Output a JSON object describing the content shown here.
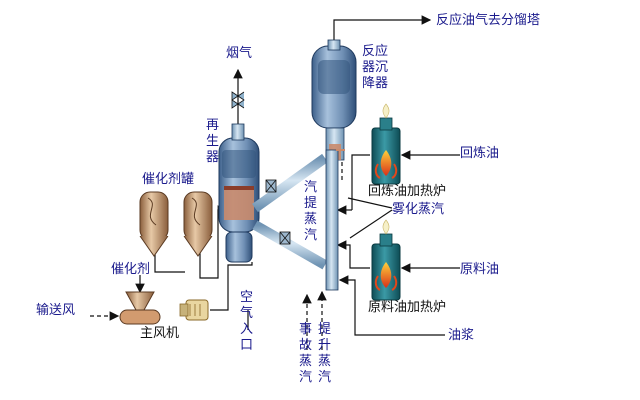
{
  "labels": {
    "fractionator": "反应油气去分馏塔",
    "flue_gas": "烟气",
    "reactor_settler": "反应器沉降器",
    "regenerator": "再生器",
    "catalyst_tank": "催化剂罐",
    "catalyst": "催化剂",
    "conveying_air": "输送风",
    "main_blower": "主风机",
    "air_inlet": "空气入口",
    "stripping_steam": "汽提蒸汽",
    "recycle_oil": "回炼油",
    "recycle_oil_furnace": "回炼油加热炉",
    "atomizing_steam": "雾化蒸汽",
    "feed_oil": "原料油",
    "feed_oil_furnace": "原料油加热炉",
    "slurry": "油浆",
    "emergency_steam": "事故蒸汽",
    "lift_steam": "提升蒸汽"
  },
  "colors": {
    "vessel_body": "#6f8fb4",
    "vessel_dark": "#2f4f78",
    "bed": "#c98a6c",
    "pipe": "#8fb2cc",
    "tank": "#b98a62",
    "furnace": "#1f6f7a",
    "flame": "#e2471b",
    "label_text": "#1a1a8c"
  }
}
